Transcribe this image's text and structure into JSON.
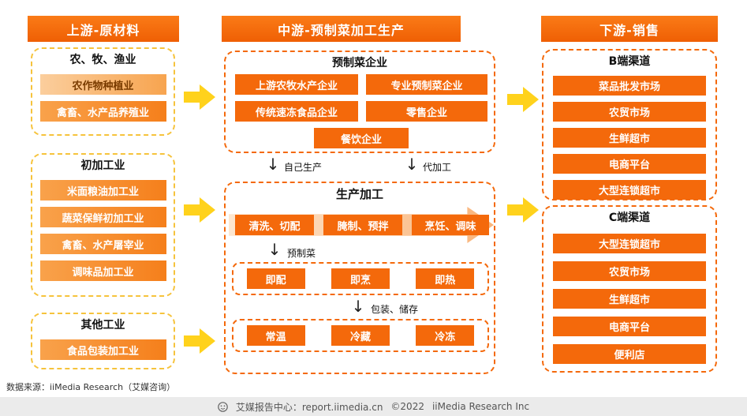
{
  "upstream": {
    "header": "上游-原材料",
    "groups": [
      {
        "title": "农、牧、渔业",
        "items": [
          "农作物种植业",
          "禽畜、水产品养殖业"
        ]
      },
      {
        "title": "初加工业",
        "items": [
          "米面粮油加工业",
          "蔬菜保鲜初加工业",
          "禽畜、水产屠宰业",
          "调味品加工业"
        ]
      },
      {
        "title": "其他工业",
        "items": [
          "食品包装加工业"
        ]
      }
    ]
  },
  "midstream": {
    "header": "中游-预制菜加工生产",
    "enterprises": {
      "title": "预制菜企业",
      "items": [
        "上游农牧水产企业",
        "专业预制菜企业",
        "传统速冻食品企业",
        "零售企业",
        "餐饮企业"
      ]
    },
    "flow_labels": {
      "self": "自己生产",
      "oem": "代加工",
      "premade": "预制菜",
      "packaging": "包装、储存"
    },
    "production": {
      "title": "生产加工",
      "steps": [
        "清洗、切配",
        "腌制、预拌",
        "烹饪、调味"
      ],
      "types": [
        "即配",
        "即烹",
        "即热"
      ],
      "storage": [
        "常温",
        "冷藏",
        "冷冻"
      ]
    }
  },
  "downstream": {
    "header": "下游-销售",
    "groups": [
      {
        "title": "B端渠道",
        "items": [
          "菜品批发市场",
          "农贸市场",
          "生鲜超市",
          "电商平台",
          "大型连锁超市"
        ]
      },
      {
        "title": "C端渠道",
        "items": [
          "大型连锁超市",
          "农贸市场",
          "生鲜超市",
          "电商平台",
          "便利店"
        ]
      }
    ]
  },
  "footer": {
    "source": "数据来源：iiMedia Research（艾媒咨询）",
    "center": "艾媒报告中心：report.iimedia.cn",
    "copyright": "©2022",
    "company": "iiMedia Research Inc"
  },
  "colors": {
    "accent_orange": "#F4690B",
    "dashed_yellow": "#F6C33C",
    "arrow_yellow": "#FFD21C",
    "footer_gray": "#EBEBEB"
  }
}
